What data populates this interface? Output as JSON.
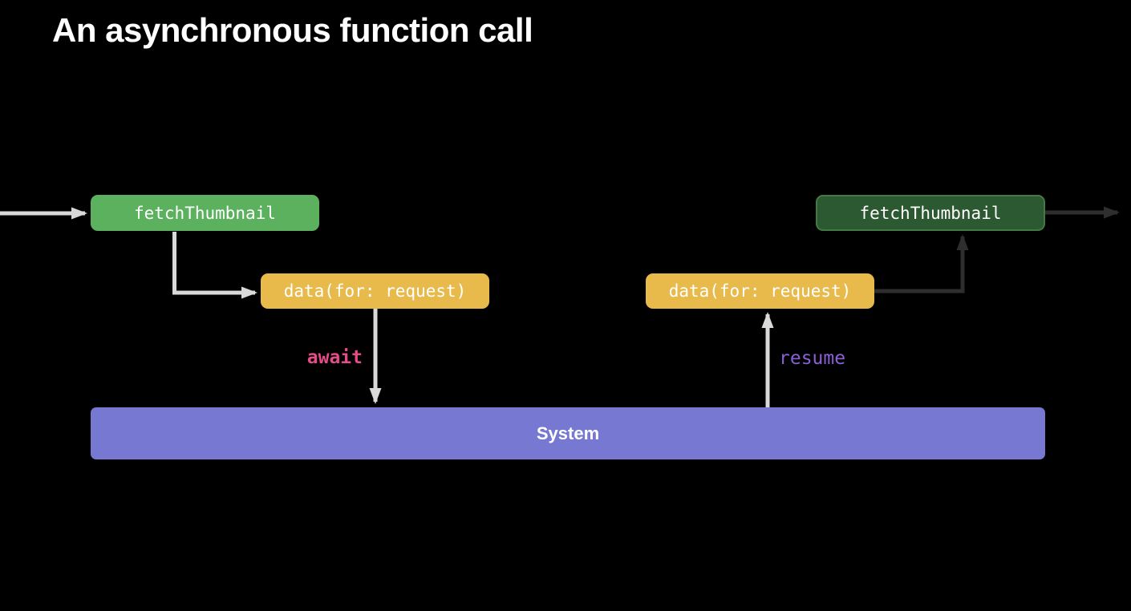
{
  "title": "An asynchronous function call",
  "colors": {
    "background": "#000000",
    "title_text": "#FFFFFF",
    "function_box_active": "#5CB15F",
    "function_box_inactive_fill": "#2C5931",
    "function_box_inactive_border": "#417B44",
    "call_box": "#E8BA4C",
    "system_bar": "#7678D2",
    "box_text": "#FFFFFF",
    "await_keyword": "#E34C85",
    "resume_keyword": "#8B5FD7",
    "arrow_light": "#D9D9D9",
    "arrow_dark": "#2E2E2E"
  },
  "diagram": {
    "left_function_box_label": "fetchThumbnail",
    "left_call_box_label": "data(for: request)",
    "await_label": "await",
    "resume_label": "resume",
    "right_call_box_label": "data(for: request)",
    "right_function_box_label": "fetchThumbnail",
    "system_bar_label": "System"
  }
}
